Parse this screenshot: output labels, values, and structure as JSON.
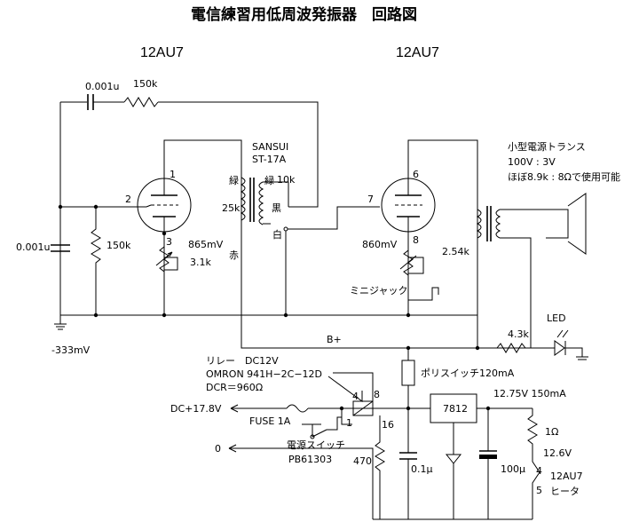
{
  "title": "電信練習用低周波発振器　回路図",
  "tubes": {
    "left": "12AU7",
    "right": "12AU7"
  },
  "feedback": {
    "cap": "0.001u",
    "res": "150k"
  },
  "input": {
    "cap": "0.001u",
    "grid_res": "150k",
    "ground_v": "-333mV"
  },
  "left_tube": {
    "pin_plate": "1",
    "pin_grid": "2",
    "pin_cathode": "3",
    "cathode_v": "865mV",
    "cathode_res": "3.1k"
  },
  "transformer1": {
    "name_line1": "SANSUI",
    "name_line2": "ST-17A",
    "green_left": "緑",
    "green_right": "緑",
    "imp_left": "25k",
    "imp_right": "10k",
    "black": "黒",
    "white": "白",
    "red": "赤"
  },
  "right_tube": {
    "pin_plate": "6",
    "pin_grid": "7",
    "pin_cathode": "8",
    "cathode_v": "860mV",
    "cathode_res": "2.54k"
  },
  "mini_jack": "ミニジャック",
  "transformer2": {
    "line1": "小型電源トランス",
    "line2": "100V : 3V",
    "line3": "ほぼ8.9k : 8Ωで使用可能"
  },
  "led": {
    "label": "LED",
    "res": "4.3k"
  },
  "bplus": "B+",
  "relay": {
    "line1": "リレー　DC12V",
    "line2": "OMRON 941H−2C−12D",
    "line3": "DCR＝960Ω",
    "pin4": "4",
    "pin8": "8",
    "pin1": "1",
    "pin16": "16"
  },
  "polyswitch": "ポリスイッチ120mA",
  "power": {
    "dc_in": "DC+17.8V",
    "fuse": "FUSE 1A",
    "zero": "0",
    "switch_line1": "電源スイッチ",
    "switch_line2": "PB61303",
    "res470": "470"
  },
  "regulator": {
    "name": "7812",
    "cap1": "0.1μ",
    "cap2": "100μ",
    "out": "12.75V 150mA",
    "res": "1Ω",
    "v": "12.6V"
  },
  "heater": {
    "pin4": "4",
    "pin5": "5",
    "tube": "12AU7",
    "label": "ヒータ"
  }
}
